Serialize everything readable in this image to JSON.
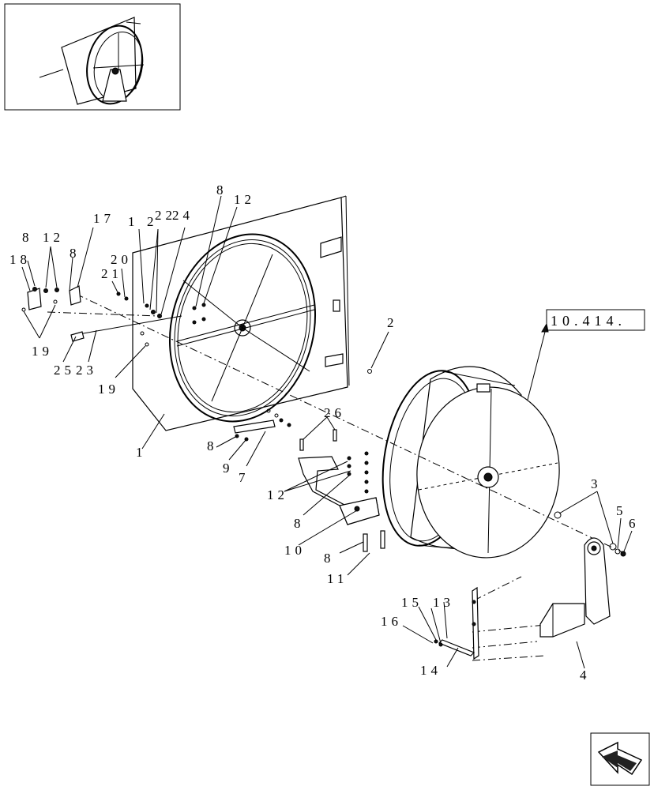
{
  "reference_box": {
    "text": "10.414."
  },
  "callouts": [
    {
      "id": "c1",
      "text": "1"
    },
    {
      "id": "c2",
      "text": "2"
    },
    {
      "id": "c3",
      "text": "3"
    },
    {
      "id": "c4",
      "text": "4"
    },
    {
      "id": "c5",
      "text": "5"
    },
    {
      "id": "c6",
      "text": "6"
    },
    {
      "id": "c7",
      "text": "7"
    },
    {
      "id": "c8a",
      "text": "8"
    },
    {
      "id": "c8b",
      "text": "8"
    },
    {
      "id": "c8c",
      "text": "8"
    },
    {
      "id": "c8d",
      "text": "8"
    },
    {
      "id": "c8e",
      "text": "8"
    },
    {
      "id": "c8f",
      "text": "8"
    },
    {
      "id": "c9",
      "text": "9"
    },
    {
      "id": "c10",
      "text": "10"
    },
    {
      "id": "c11",
      "text": "11"
    },
    {
      "id": "c12a",
      "text": "12"
    },
    {
      "id": "c12b",
      "text": "12"
    },
    {
      "id": "c12c",
      "text": "12"
    },
    {
      "id": "c13",
      "text": "13"
    },
    {
      "id": "c14",
      "text": "14"
    },
    {
      "id": "c15",
      "text": "15"
    },
    {
      "id": "c16",
      "text": "16"
    },
    {
      "id": "c17",
      "text": "17"
    },
    {
      "id": "c18",
      "text": "18"
    },
    {
      "id": "c19a",
      "text": "19"
    },
    {
      "id": "c19b",
      "text": "19"
    },
    {
      "id": "c20",
      "text": "20"
    },
    {
      "id": "c21",
      "text": "21"
    },
    {
      "id": "c22",
      "text": "22"
    },
    {
      "id": "c23",
      "text": "23"
    },
    {
      "id": "c24",
      "text": "24"
    },
    {
      "id": "c25",
      "text": "25"
    },
    {
      "id": "c26",
      "text": "26"
    },
    {
      "id": "c1b",
      "text": "1"
    },
    {
      "id": "c2b",
      "text": "2"
    }
  ],
  "icons": {
    "thumbnail": "assembly-thumbnail-icon",
    "navigation": "next-page-arrow-icon"
  },
  "colors": {
    "line": "#000000",
    "background": "#ffffff"
  }
}
